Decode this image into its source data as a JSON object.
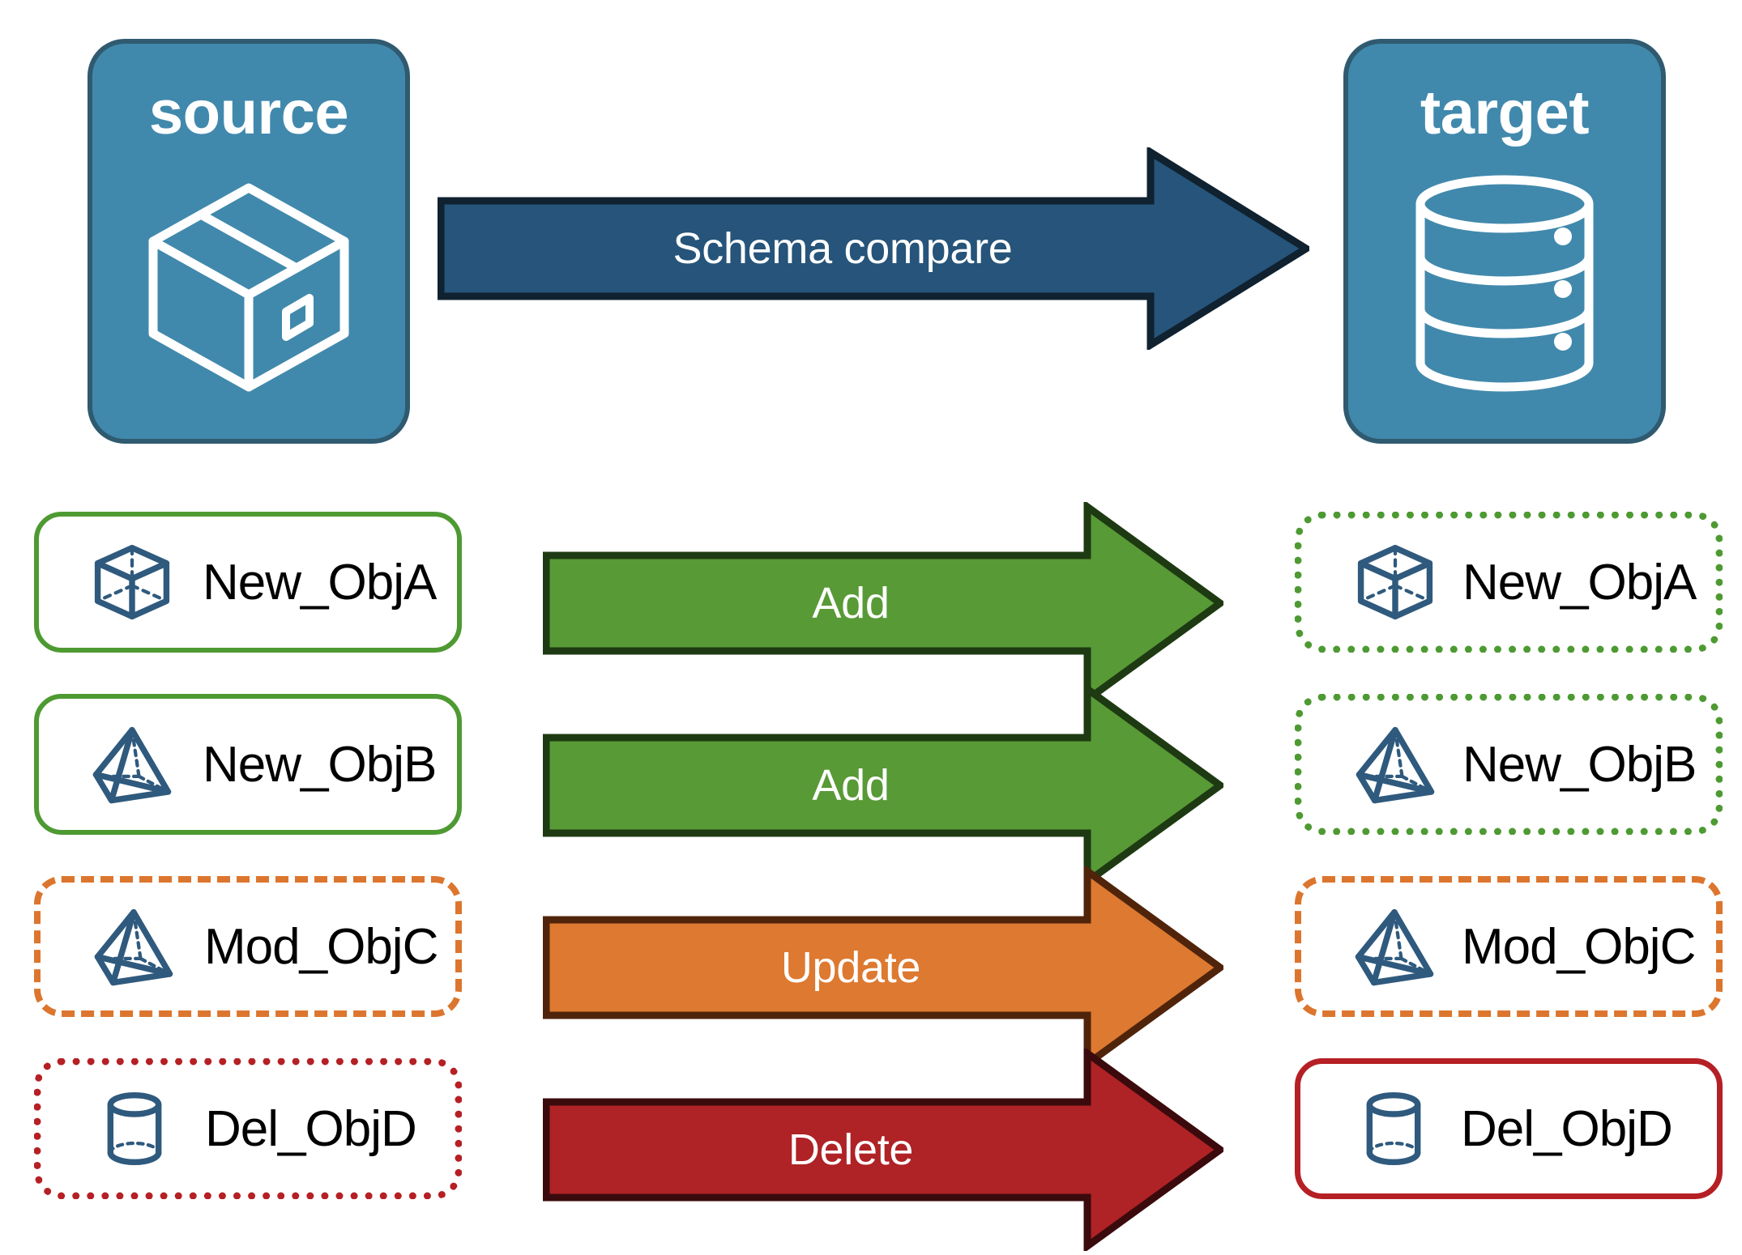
{
  "endpoints": {
    "source": {
      "title": "source",
      "icon": "package-box-icon",
      "fill": "#4189AC",
      "stroke": "#2F5A70"
    },
    "target": {
      "title": "target",
      "icon": "database-cylinder-icon",
      "fill": "#4189AC",
      "stroke": "#2F5A70"
    }
  },
  "main_arrow": {
    "label": "Schema compare",
    "fill": "#26547A",
    "stroke": "#10212F",
    "text_color": "#FFFFFF"
  },
  "rows": [
    {
      "action": "Add",
      "arrow_fill": "#589A36",
      "arrow_stroke": "#1E3A12",
      "source": {
        "label": "New_ObjA",
        "icon": "wireframe-cube-icon",
        "border_style": "solid",
        "border_color": "#4E9A32"
      },
      "target": {
        "label": "New_ObjA",
        "icon": "wireframe-cube-icon",
        "border_style": "dotted",
        "border_color": "#4E9A32"
      }
    },
    {
      "action": "Add",
      "arrow_fill": "#589A36",
      "arrow_stroke": "#1E3A12",
      "source": {
        "label": "New_ObjB",
        "icon": "wireframe-pyramid-icon",
        "border_style": "solid",
        "border_color": "#4E9A32"
      },
      "target": {
        "label": "New_ObjB",
        "icon": "wireframe-pyramid-icon",
        "border_style": "dotted",
        "border_color": "#4E9A32"
      }
    },
    {
      "action": "Update",
      "arrow_fill": "#DD7930",
      "arrow_stroke": "#50240B",
      "source": {
        "label": "Mod_ObjC",
        "icon": "wireframe-pyramid-icon",
        "border_style": "dashed",
        "border_color": "#DC762E"
      },
      "target": {
        "label": "Mod_ObjC",
        "icon": "wireframe-pyramid-icon",
        "border_style": "dashed",
        "border_color": "#DC762E"
      }
    },
    {
      "action": "Delete",
      "arrow_fill": "#AF2226",
      "arrow_stroke": "#3B0A0C",
      "source": {
        "label": "Del_ObjD",
        "icon": "wireframe-cylinder-icon",
        "border_style": "dotted",
        "border_color": "#B52025"
      },
      "target": {
        "label": "Del_ObjD",
        "icon": "wireframe-cylinder-icon",
        "border_style": "solid",
        "border_color": "#B52025"
      }
    }
  ],
  "icon_color": "#2F5A7E"
}
